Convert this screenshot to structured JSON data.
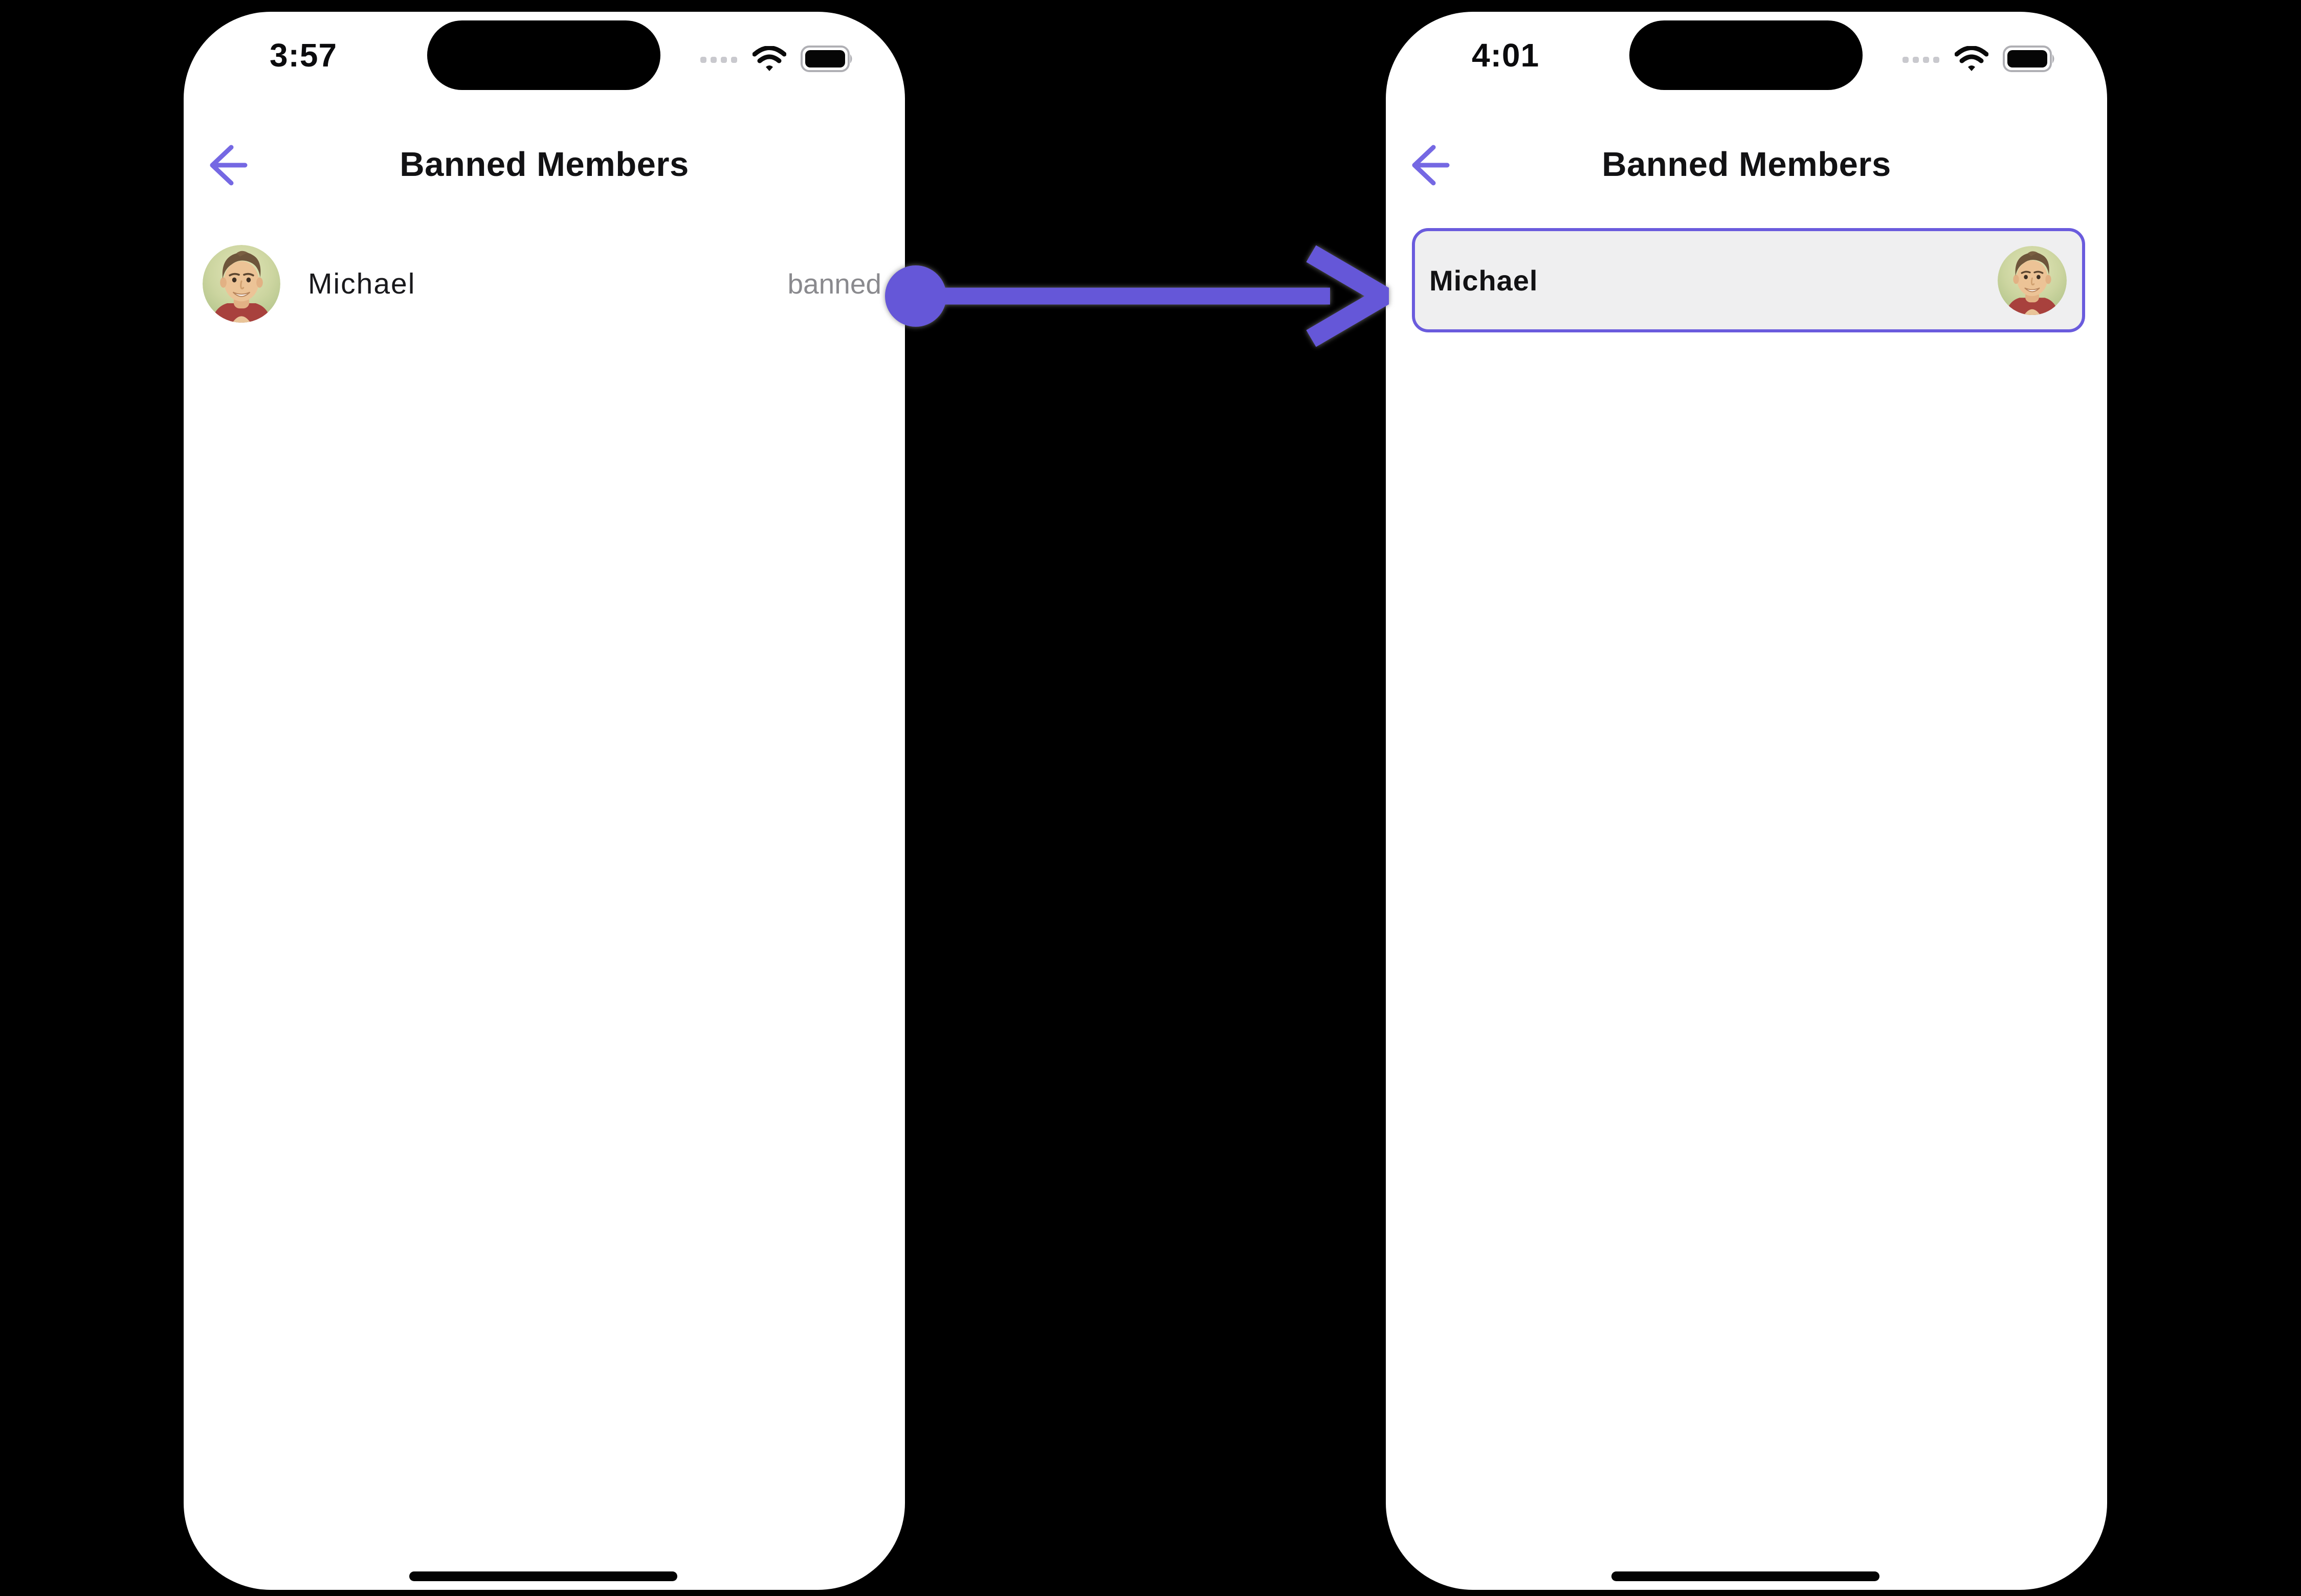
{
  "left_phone": {
    "status_bar": {
      "time": "3:57"
    },
    "header": {
      "title": "Banned Members"
    },
    "member": {
      "name": "Michael",
      "status_label": "banned"
    }
  },
  "right_phone": {
    "status_bar": {
      "time": "4:01"
    },
    "header": {
      "title": "Banned Members"
    },
    "member": {
      "name": "Michael"
    }
  },
  "icons": {
    "back": "arrow-left-icon",
    "cellular": "cellular-dots-icon",
    "wifi": "wifi-icon",
    "battery": "battery-full-icon",
    "avatar": "user-avatar-photo",
    "transition": "flow-arrow-right-icon"
  },
  "colors": {
    "background": "#000000",
    "phone_screen": "#ffffff",
    "accent_purple": "#7568e3",
    "arrow_purple": "#6557d8",
    "card_border": "#6a5bdd",
    "card_background": "#efeff0",
    "muted_text": "#8a8a8e"
  }
}
